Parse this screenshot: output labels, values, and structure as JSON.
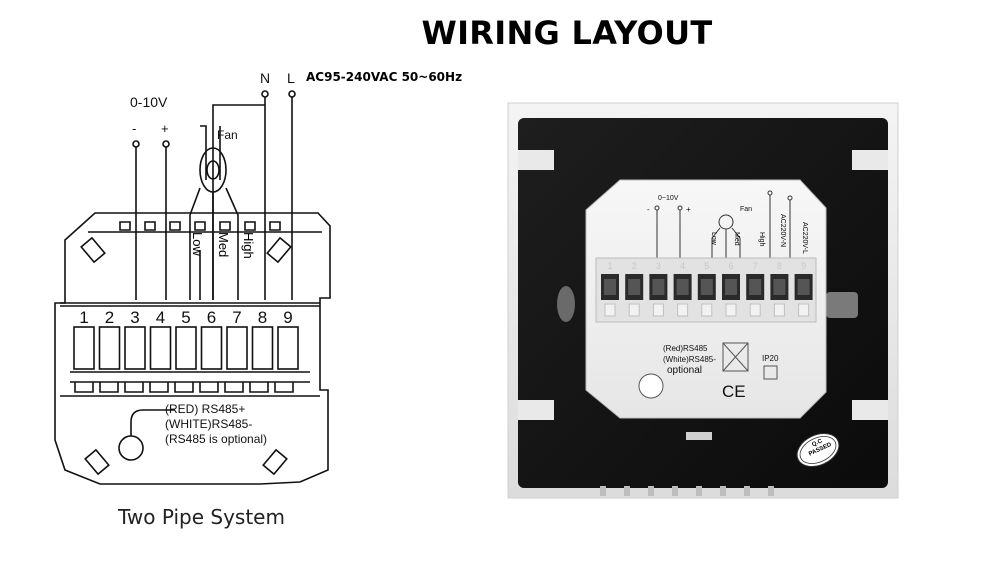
{
  "title": "WIRING LAYOUT",
  "supply_text": "AC95-240VAC 50~60Hz",
  "left_diagram": {
    "analog_label": "0-10V",
    "minus": "-",
    "plus": "+",
    "neutral": "N",
    "live": "L",
    "fan": "Fan",
    "speeds": [
      "Low",
      "Med",
      "High"
    ],
    "terminals": [
      "1",
      "2",
      "3",
      "4",
      "5",
      "6",
      "7",
      "8",
      "9"
    ],
    "rs485_lines": [
      "(RED)  RS485+",
      "(WHITE)RS485-",
      "(RS485 is optional)"
    ],
    "caption": "Two Pipe System"
  },
  "right_photo": {
    "analog_label": "0~10V",
    "minus": "-",
    "plus": "+",
    "fan": "Fan",
    "speeds": [
      "Low",
      "Med",
      "High"
    ],
    "neutral_label": "AC220V-N",
    "live_label": "AC220V-L",
    "terminals": [
      "1",
      "2",
      "3",
      "4",
      "5",
      "6",
      "7",
      "8",
      "9"
    ],
    "rs485_lines": [
      "(Red)RS485",
      "(White)RS485-",
      "optional"
    ],
    "ip_rating": "IP20",
    "ce_mark": "CE",
    "qc_stamp": [
      "Q.C",
      "PASSED"
    ]
  }
}
